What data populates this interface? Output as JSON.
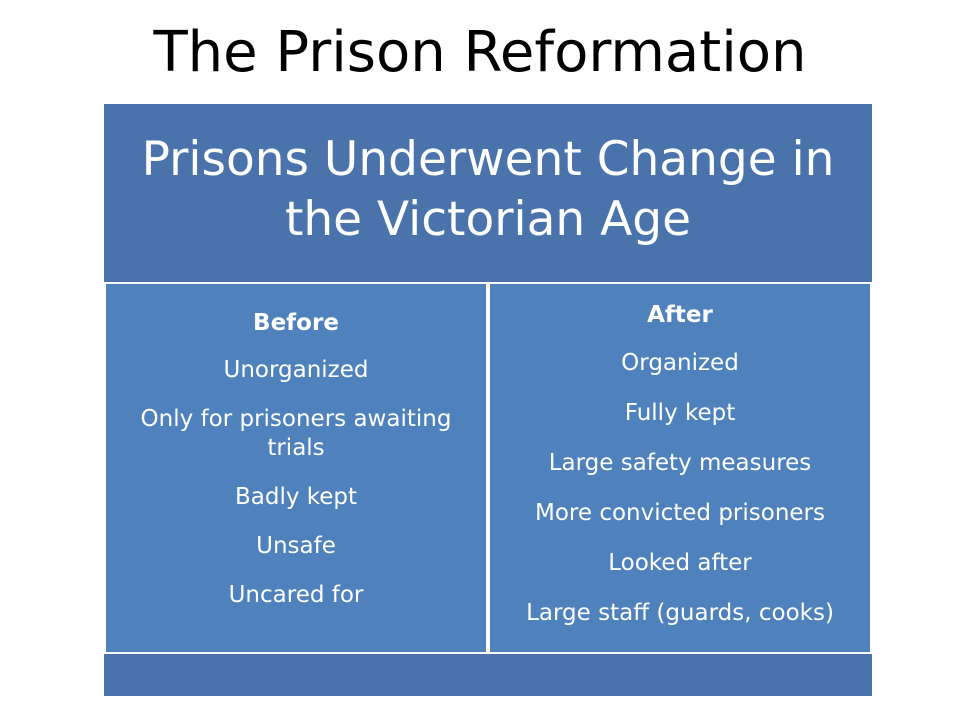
{
  "slide": {
    "title": "The Prison Reformation",
    "heading": "Prisons Underwent Change in the Victorian Age",
    "before": {
      "label": "Before",
      "items": [
        "Unorganized",
        "Only for prisoners awaiting trials",
        "Badly kept",
        "Unsafe",
        "Uncared for"
      ]
    },
    "after": {
      "label": "After",
      "items": [
        "Organized",
        "Fully kept",
        "Large safety measures",
        "More convicted prisoners",
        "Looked after",
        "Large staff (guards, cooks)"
      ]
    }
  },
  "colors": {
    "header_fill": "#4a73ab",
    "column_fill": "#4f81bd",
    "text_on_fill": "#ffffff"
  }
}
